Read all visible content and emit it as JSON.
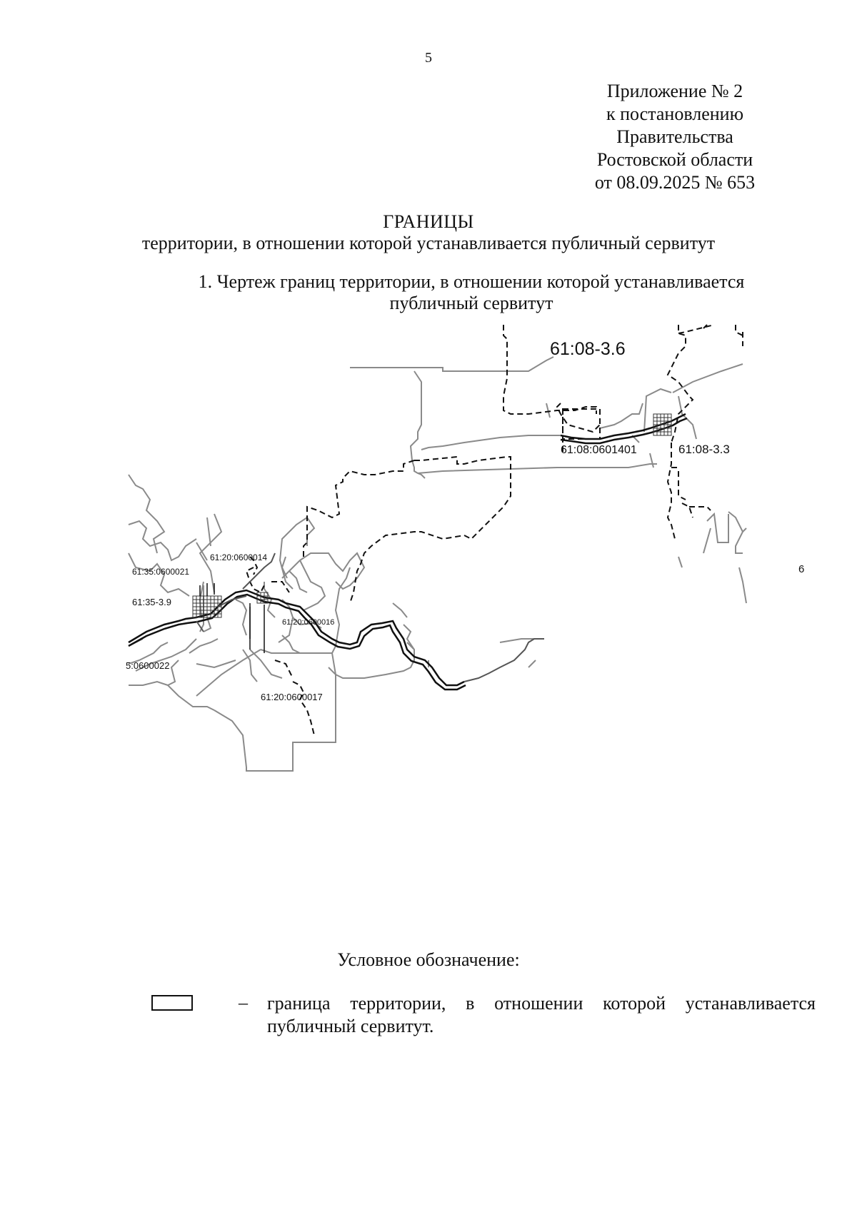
{
  "page_number": "5",
  "annex": {
    "line1": "Приложение № 2",
    "line2": "к постановлению",
    "line3": "Правительства",
    "line4": "Ростовской области",
    "line5": "от 08.09.2025 № 653"
  },
  "title": "ГРАНИЦЫ",
  "subtitle": "территории, в отношении которой устанавливается публичный сервитут",
  "section": {
    "line1": "1. Чертеж границ территории, в отношении которой устанавливается",
    "line2": "публичный сервитут"
  },
  "map": {
    "labels": {
      "zone_61_08_3_6": "61:08-3.6",
      "parcel_61_08_0601401": "61:08:0601401",
      "zone_61_08_3_3": "61:08-3.3",
      "parcel_61_20_0600014": "61:20:0600014",
      "parcel_61_35_0600021": "61:35:0600021",
      "zone_61_35_3_9": "61:35-3.9",
      "parcel_61_20_0600016": "61:20:0600016",
      "parcel_0600022": "5:0600022",
      "parcel_61_20_0600017": "61:20:0600017",
      "cut_label_6": "6"
    },
    "colors": {
      "boundary": "#111111",
      "cadastral": "#8a8a8a",
      "road": "#555555"
    }
  },
  "legend": {
    "heading": "Условное обозначение:",
    "dash": "–",
    "text": "граница территории, в отношении которой устанавливается публичный сервитут."
  }
}
